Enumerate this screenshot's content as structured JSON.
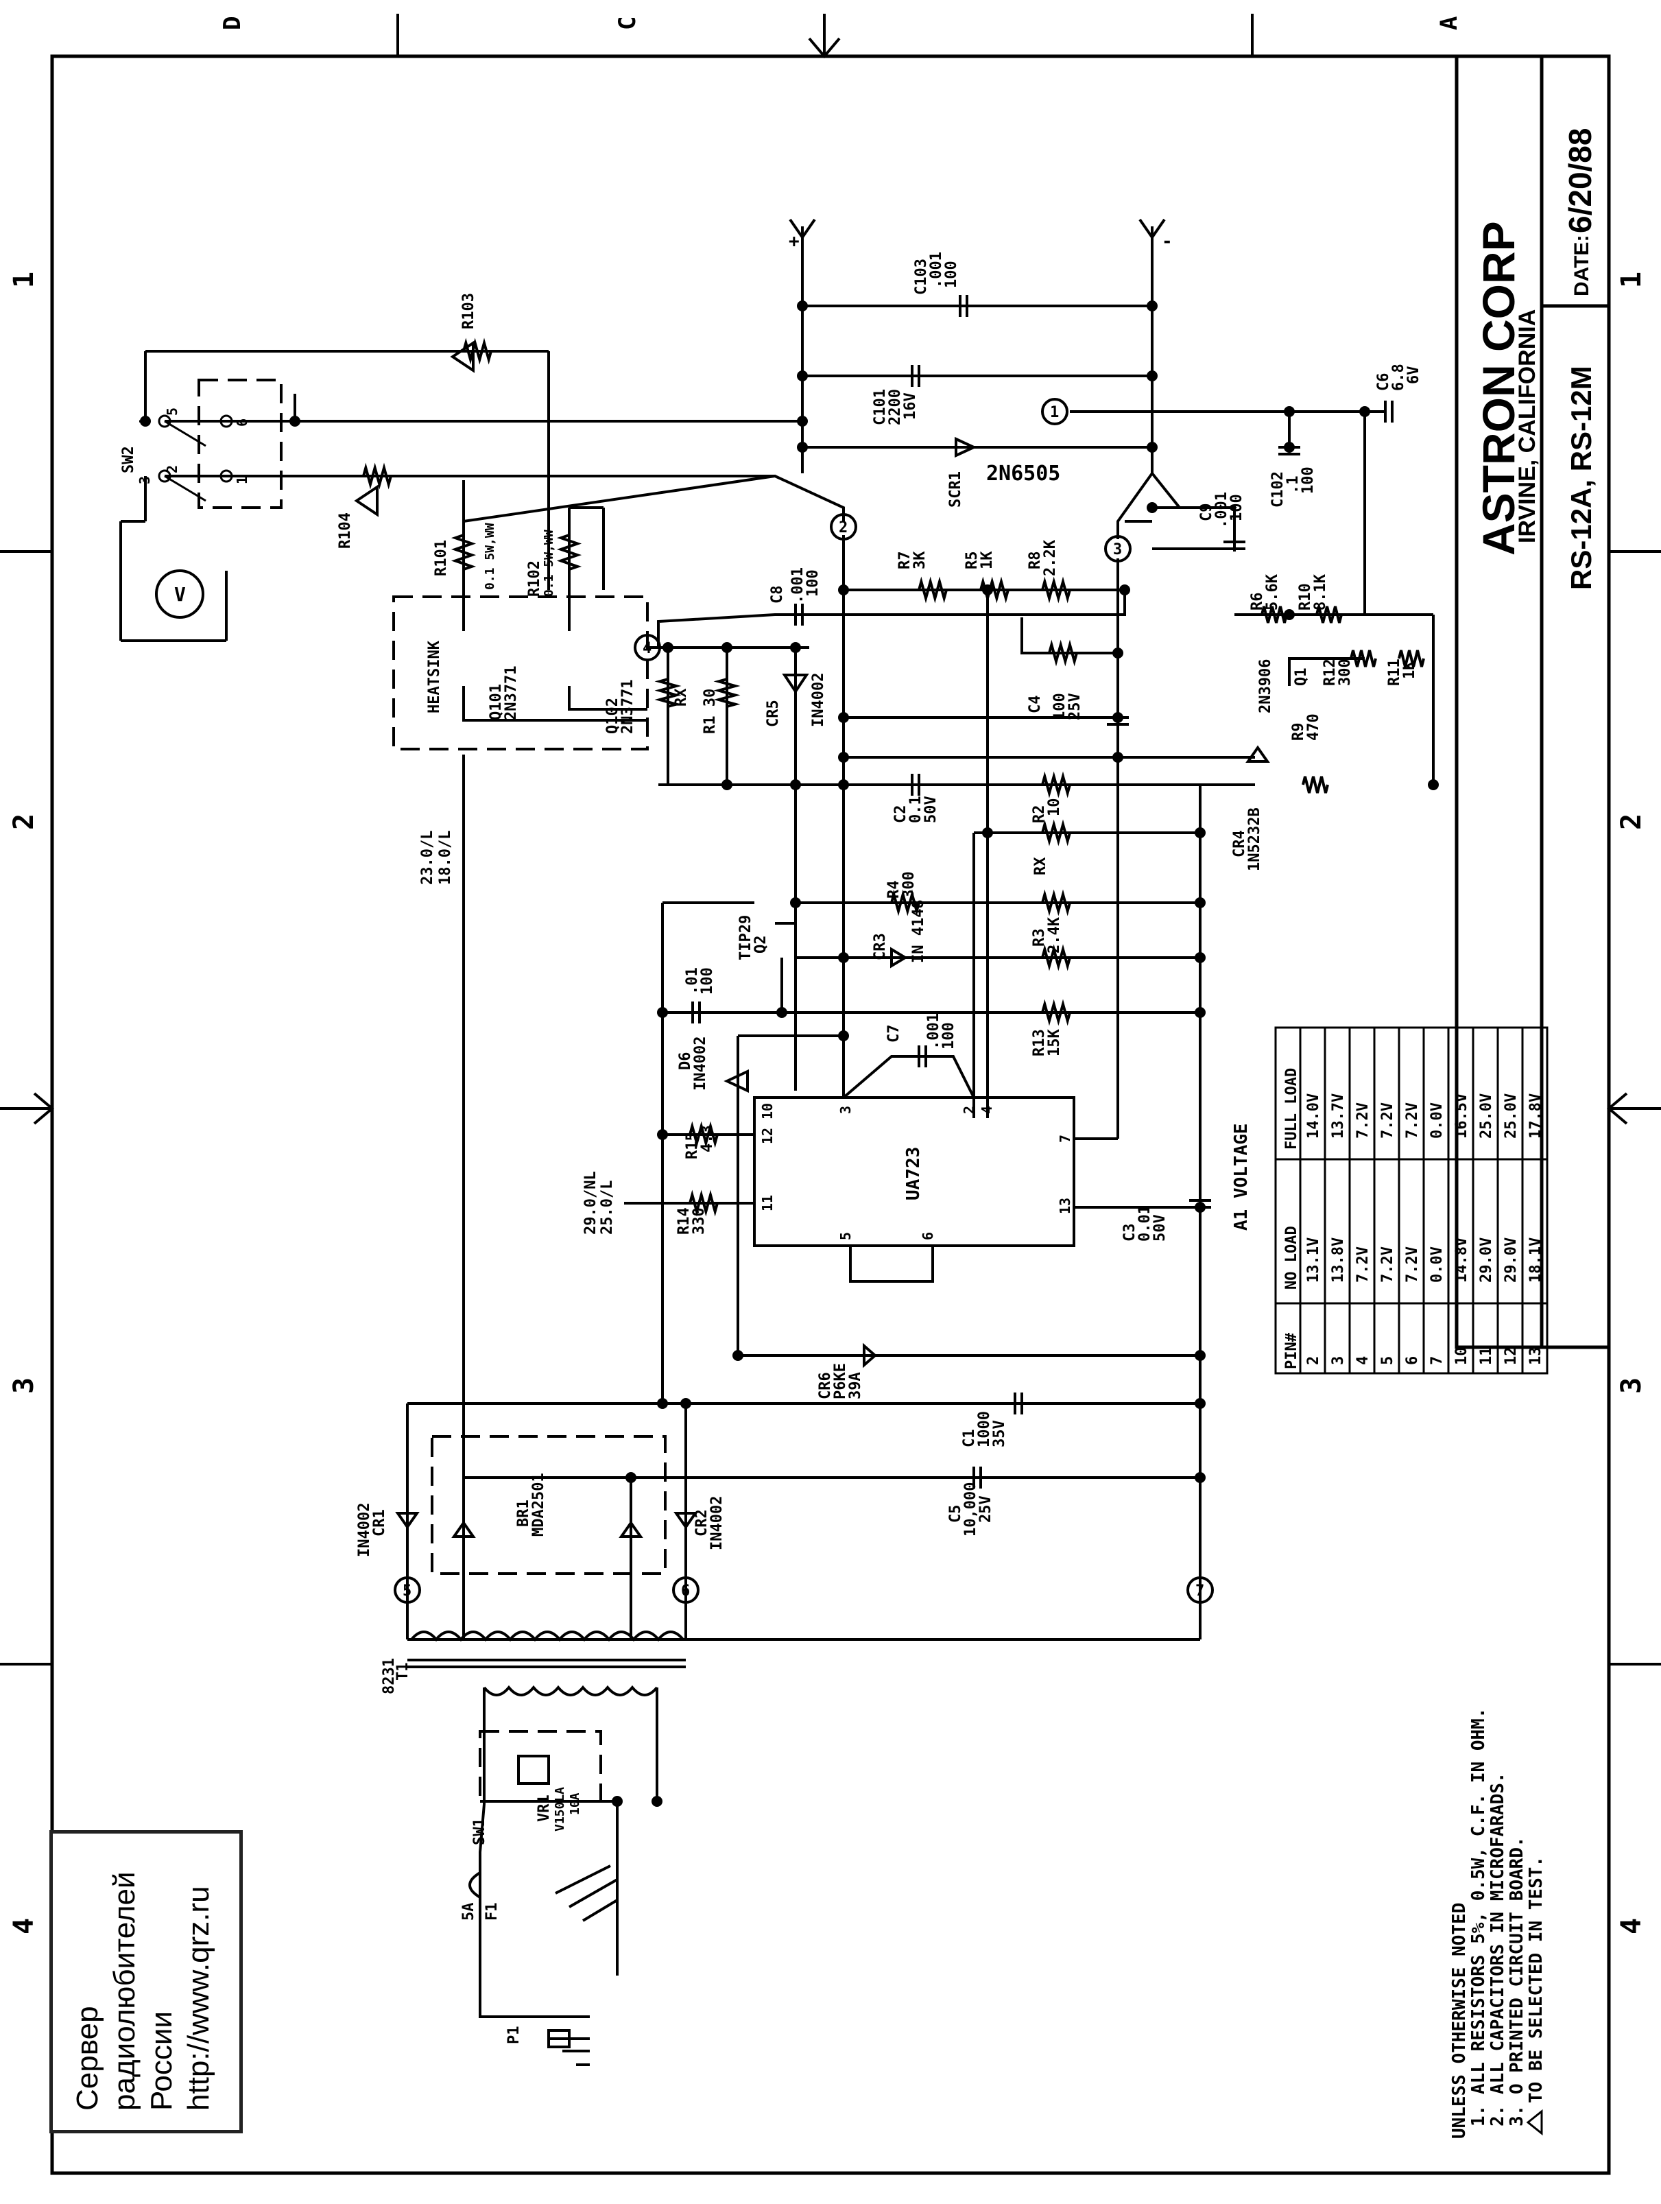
{
  "border": {
    "zones_top": [
      "D",
      "C",
      "A"
    ],
    "zones_side": [
      "1",
      "2",
      "3",
      "4"
    ]
  },
  "title_block": {
    "company": "ASTRON CORP",
    "location": "IRVINE, CALIFORNIA",
    "models": "RS-12A, RS-12M",
    "date_label": "DATE:",
    "date_value": "6/20/88"
  },
  "notes": {
    "heading": "UNLESS OTHERWISE NOTED",
    "line1": "1. ALL RESISTORS 5%, 0.5W, C.F. IN OHM.",
    "line2": "2. ALL CAPACITORS IN MICROFARADS.",
    "line3": "3. O PRINTED CIRCUIT BOARD.",
    "line4": "TO BE SELECTED IN TEST."
  },
  "voltage_table": {
    "title": "A1 VOLTAGE",
    "headers": [
      "PIN#",
      "NO LOAD",
      "FULL LOAD"
    ],
    "rows": [
      [
        "2",
        "13.1V",
        "14.0V"
      ],
      [
        "3",
        "13.8V",
        "13.7V"
      ],
      [
        "4",
        "7.2V",
        "7.2V"
      ],
      [
        "5",
        "7.2V",
        "7.2V"
      ],
      [
        "6",
        "7.2V",
        "7.2V"
      ],
      [
        "7",
        "0.0V",
        "0.0V"
      ],
      [
        "10",
        "14.8V",
        "16.5V"
      ],
      [
        "11",
        "29.0V",
        "25.0V"
      ],
      [
        "12",
        "29.0V",
        "25.0V"
      ],
      [
        "13",
        "18.1V",
        "17.8V"
      ]
    ]
  },
  "watermark": {
    "line1": "Сервер",
    "line2": "радиолюбителей",
    "line3": "России",
    "line4": "http://www.qrz.ru"
  },
  "labels": {
    "c103": "C103",
    "c103v1": ".001",
    "c103v2": "100",
    "c101": "C101",
    "c101v1": "2200",
    "c101v2": "16V",
    "c102": "C102",
    "c102v1": ".1",
    "c102v2": "100",
    "c6": "C6",
    "c6v1": "6.8",
    "c6v2": "6V",
    "scr1": "SCR1",
    "scr1type": "2N6505",
    "r103": "R103",
    "r104": "R104",
    "sw2": "SW2",
    "r101": "R101",
    "r101v": "0.1 5W,WW",
    "r102": "R102",
    "r102v": "0.1 5W,WW",
    "heatsink": "HEATSINK",
    "q101": "Q101",
    "q101t": "2N3771",
    "q102": "Q102",
    "q102t": "2N3771",
    "rx": "RX",
    "r1": "R1 30",
    "cr5": "CR5",
    "cr5t": "IN4002",
    "c8": "C8",
    "c8v1": ".001",
    "c8v2": "100",
    "c9": "C9",
    "c9v1": ".001",
    "c9v2": "100",
    "r7": "R7",
    "r7v": "3K",
    "r5": "R5",
    "r5v": "1K",
    "r8": "R8",
    "r8v": "2.2K",
    "r6": "R6",
    "r6v": "5.6K",
    "r10": "R10",
    "r10v": "8.1K",
    "c4": "C4",
    "c4v1": "100",
    "c4v2": "25V",
    "q1": "Q1",
    "q1t": "2N3906",
    "r12": "R12",
    "r12v": "300",
    "r11": "R11",
    "r11v": "1K",
    "r9": "R9",
    "r9v": "470",
    "cr4": "CR4",
    "cr4t": "1N5232B",
    "c2": "C2",
    "c2v1": "0.1",
    "c2v2": "50V",
    "r2": "R2",
    "r2v": "10",
    "rx2": "RX",
    "r4": "R4",
    "r4v": "300",
    "r3": "R3",
    "r3v": "2.4K",
    "cr3": "CR3",
    "cr3t": "IN 4148",
    "q2": "Q2",
    "q2t": "TIP29",
    "c10v1": ".01",
    "c10v2": "100",
    "c7": "C7",
    "c7v1": ".001",
    "c7v2": "100",
    "r13": "R13",
    "r13v": "15K",
    "d6": "D6",
    "d6t": "IN4002",
    "ua723": "UA723",
    "r15": "R15",
    "r15v": "4.3",
    "r14": "R14",
    "r14v": "330",
    "c3": "C3",
    "c3v1": "0.01",
    "c3v2": "50V",
    "cr6": "CR6",
    "cr6t1": "P6KE",
    "cr6t2": "39A",
    "c1": "C1",
    "c1v1": "1000",
    "c1v2": "35V",
    "c5": "C5",
    "c5v1": "10,000",
    "c5v2": "25V",
    "br1": "BR1",
    "br1t": "MDA2501",
    "cr1": "CR1",
    "cr1t": "IN4002",
    "cr2": "CR2",
    "cr2t": "IN4002",
    "t1": "T1",
    "t1b": "8231",
    "sw1": "SW1",
    "vr1": "VR1",
    "vr1t1": "V150LA",
    "vr1t2": "10A",
    "f1": "F1",
    "f1v": "5A",
    "p1": "P1",
    "v1": "23.0/L",
    "v2": "18.0/L",
    "v3": "29.0/NL",
    "v4": "25.0/L",
    "meter": "V",
    "plus": "+",
    "minus": "-",
    "pin1": "1",
    "pin2": "2",
    "pin3": "3",
    "pin4": "4",
    "pin5": "5",
    "pin6": "6",
    "pin7": "7",
    "ic_pin12": "12",
    "ic_pin10": "10",
    "ic_pin11": "11",
    "ic_pin13": "13",
    "ic_pin3": "3",
    "ic_pin2": "2",
    "ic_pin4": "4",
    "ic_pin7": "7",
    "ic_pin5": "5",
    "ic_pin6": "6"
  }
}
